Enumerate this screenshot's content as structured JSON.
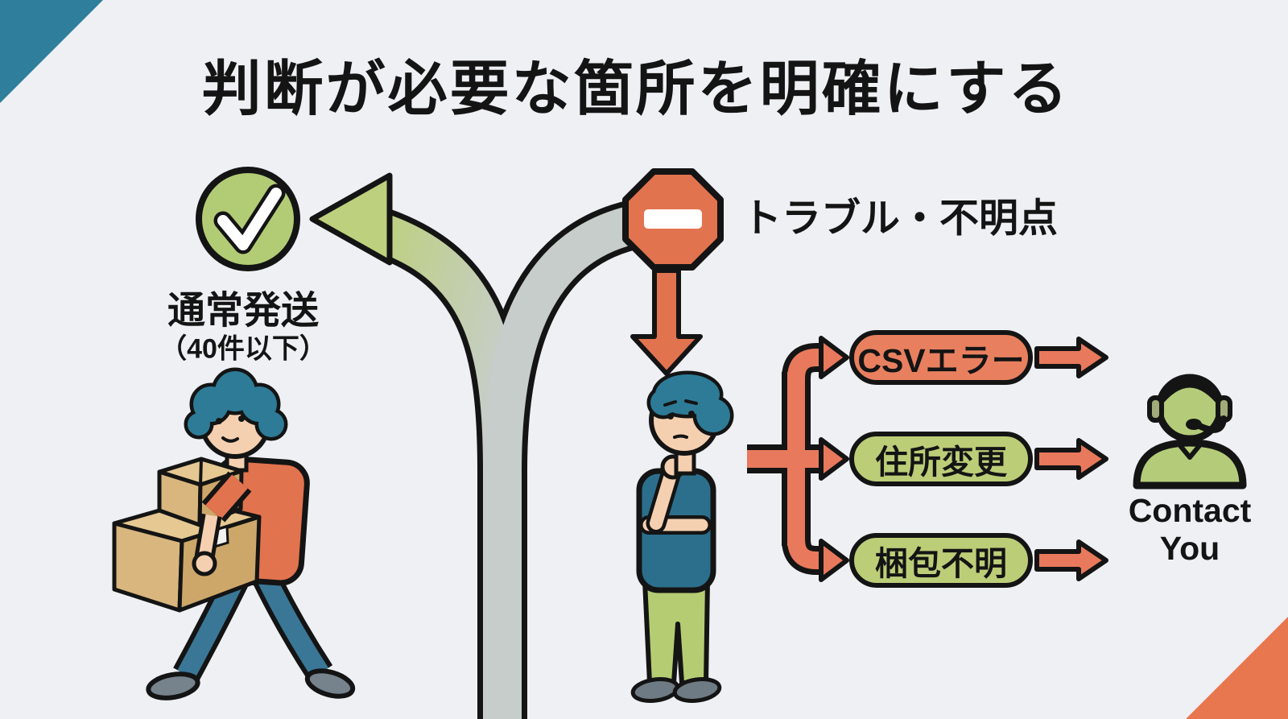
{
  "title": "判断が必要な箇所を明確にする",
  "normal_route": {
    "label": "通常発送",
    "sublabel": "（40件以下）",
    "icon": "checkmark-circle"
  },
  "trouble_route": {
    "label": "トラブル・不明点",
    "icon": "stop-sign"
  },
  "issues": [
    {
      "label": "CSVエラー",
      "color": "#e8805f",
      "type": "error"
    },
    {
      "label": "住所変更",
      "color": "#bccd78",
      "type": "normal"
    },
    {
      "label": "梱包不明",
      "color": "#bccd78",
      "type": "normal"
    }
  ],
  "contact": {
    "line1": "Contact",
    "line2": "You"
  },
  "colors": {
    "background": "#eef0f4",
    "corner_teal": "#2f7e9b",
    "corner_orange": "#e8764f",
    "accent_orange": "#e2734f",
    "accent_green": "#bccd78",
    "check_green": "#b2cc75",
    "road_grey": "#c7cdca",
    "outline": "#141414"
  }
}
